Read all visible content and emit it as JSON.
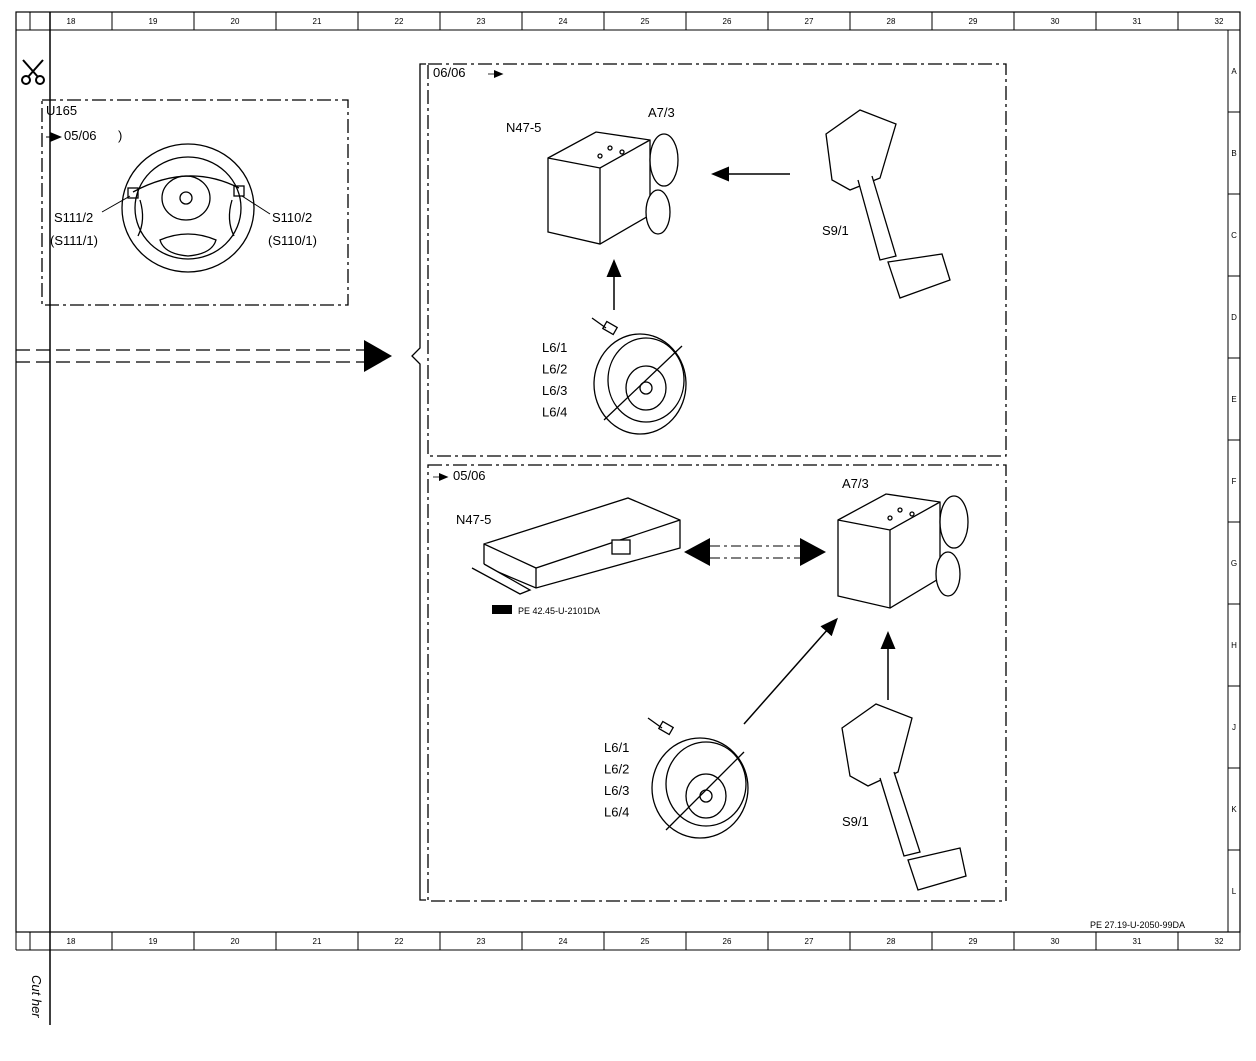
{
  "grid": {
    "columns": [
      "18",
      "19",
      "20",
      "21",
      "22",
      "23",
      "24",
      "25",
      "26",
      "27",
      "28",
      "29",
      "30",
      "31",
      "32"
    ],
    "rows": [
      "A",
      "B",
      "C",
      "D",
      "E",
      "F",
      "G",
      "H",
      "J",
      "K",
      "L"
    ]
  },
  "cut_label": "Cut her",
  "doc_ref": "PE 27.19-U-2050-99DA",
  "steering_box": {
    "title": "U165",
    "arrow_label": "05/06",
    "paren": ")",
    "left_switch": "S111/2",
    "left_switch_alt": "(S111/1)",
    "right_switch": "S110/2",
    "right_switch_alt": "(S110/1)"
  },
  "panel_top": {
    "title": "06/06",
    "module_label": "N47-5",
    "hydraulic_label": "A7/3",
    "pedal_label": "S9/1",
    "sensors": [
      "L6/1",
      "L6/2",
      "L6/3",
      "L6/4"
    ]
  },
  "panel_bottom": {
    "title": "05/06",
    "module_label": "N47-5",
    "module_ref": "PE 42.45-U-2101DA",
    "hydraulic_label": "A7/3",
    "pedal_label": "S9/1",
    "sensors": [
      "L6/1",
      "L6/2",
      "L6/3",
      "L6/4"
    ]
  }
}
